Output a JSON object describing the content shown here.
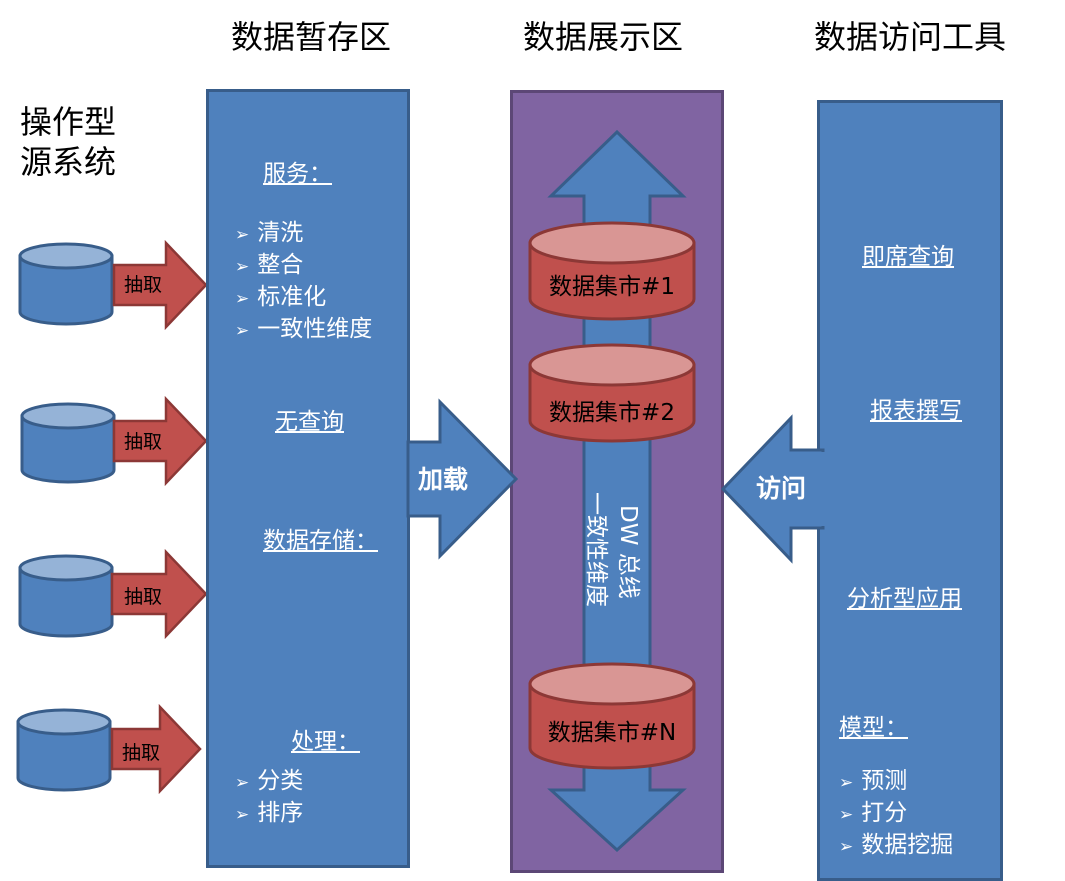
{
  "headings": {
    "staging": "数据暂存区",
    "presentation": "数据展示区",
    "access_tools": "数据访问工具"
  },
  "source": {
    "title_line1": "操作型",
    "title_line2": "源系统",
    "extract_label": "抽取"
  },
  "staging": {
    "services_title": "服务：",
    "services": [
      "清洗",
      "整合",
      "标准化",
      "一致性维度"
    ],
    "no_query": "无查询",
    "storage_title": "数据存储：",
    "processing_title": "处理：",
    "processing": [
      "分类",
      "排序"
    ]
  },
  "load_label": "加载",
  "presentation": {
    "marts": [
      "数据集市#1",
      "数据集市#2",
      "数据集市#N"
    ],
    "bus_label_line1": "DW 总线",
    "bus_label_line2": "一致性维度"
  },
  "access_label": "访问",
  "tools": {
    "adhoc": "即席查询",
    "report": "报表撰写",
    "analytic": "分析型应用",
    "model_title": "模型：",
    "model_items": [
      "预测",
      "打分",
      "数据挖掘"
    ]
  },
  "colors": {
    "blue_fill": "#4F81BD",
    "blue_border": "#385D8A",
    "purple_fill": "#8064A2",
    "red_fill": "#C0504D",
    "red_top": "#D99694",
    "red_border": "#8C3836"
  }
}
